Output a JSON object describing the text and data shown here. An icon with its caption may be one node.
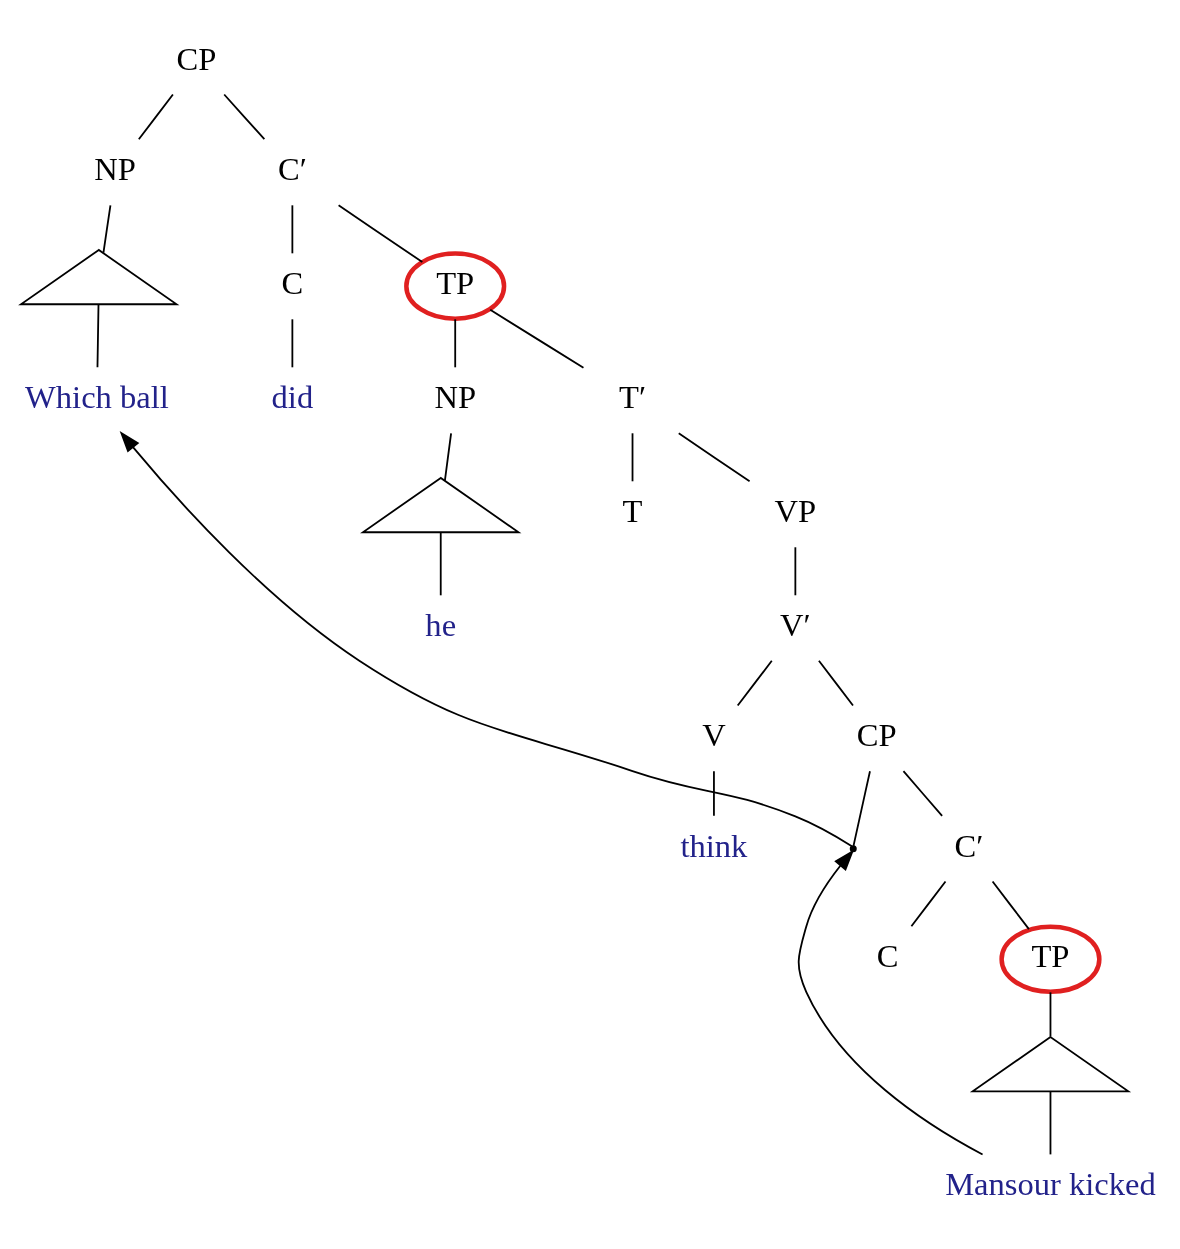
{
  "diagram": {
    "nodes": [
      {
        "text": [
          "CP"
        ]
      },
      {
        "text": [
          "NP"
        ]
      },
      {
        "text": [
          "C′"
        ]
      },
      {
        "text": [],
        "shape": "triangle"
      },
      {
        "text": [
          "Which ball"
        ]
      },
      {
        "text": [
          "C"
        ]
      },
      {
        "text": [
          "TP"
        ]
      },
      {
        "text": [
          "did"
        ]
      },
      {
        "text": [
          "NP"
        ]
      },
      {
        "text": [
          "T′"
        ]
      },
      {
        "text": [],
        "shape": "triangle"
      },
      {
        "text": [
          "he"
        ]
      },
      {
        "text": [
          "T"
        ]
      },
      {
        "text": [
          "VP"
        ]
      },
      {
        "text": [
          "V′"
        ]
      },
      {
        "text": [
          "V"
        ]
      },
      {
        "text": [
          "CP"
        ]
      },
      {
        "text": [
          "think"
        ]
      },
      {
        "text": [],
        "shape": "point"
      },
      {
        "text": [
          "C′"
        ]
      },
      {
        "text": [
          "C"
        ]
      },
      {
        "text": [
          "TP"
        ]
      },
      {
        "text": [],
        "shape": "triangle"
      },
      {
        "text": [
          "Mansour kicked"
        ]
      }
    ],
    "edges": [
      {
        "from": 0,
        "to": 1,
        "arrow": "none"
      },
      {
        "from": 0,
        "to": 2,
        "arrow": "none"
      },
      {
        "from": 1,
        "to": 3,
        "arrow": "none"
      },
      {
        "from": 3,
        "to": 4,
        "arrow": "none"
      },
      {
        "from": 2,
        "to": 5,
        "arrow": "none"
      },
      {
        "from": 2,
        "to": 6,
        "arrow": "none"
      },
      {
        "from": 5,
        "to": 7,
        "arrow": "none"
      },
      {
        "from": 6,
        "to": 8,
        "arrow": "none"
      },
      {
        "from": 6,
        "to": 9,
        "arrow": "none"
      },
      {
        "from": 8,
        "to": 10,
        "arrow": "none"
      },
      {
        "from": 10,
        "to": 11,
        "arrow": "none"
      },
      {
        "from": 9,
        "to": 12,
        "arrow": "none"
      },
      {
        "from": 9,
        "to": 13,
        "arrow": "none"
      },
      {
        "from": 13,
        "to": 14,
        "arrow": "none"
      },
      {
        "from": 14,
        "to": 15,
        "arrow": "none"
      },
      {
        "from": 14,
        "to": 16,
        "arrow": "none"
      },
      {
        "from": 15,
        "to": 17,
        "arrow": "none"
      },
      {
        "from": 16,
        "to": 18,
        "arrow": "none"
      },
      {
        "from": 16,
        "to": 19,
        "arrow": "none"
      },
      {
        "from": 19,
        "to": 20,
        "arrow": "none"
      },
      {
        "from": 19,
        "to": 21,
        "arrow": "none"
      },
      {
        "from": 21,
        "to": 22,
        "arrow": "none"
      },
      {
        "from": 22,
        "to": 23,
        "arrow": "none"
      },
      {
        "from": 23,
        "to": 18,
        "arrow": "to"
      },
      {
        "from": 18,
        "to": 4,
        "arrow": "to"
      }
    ]
  }
}
